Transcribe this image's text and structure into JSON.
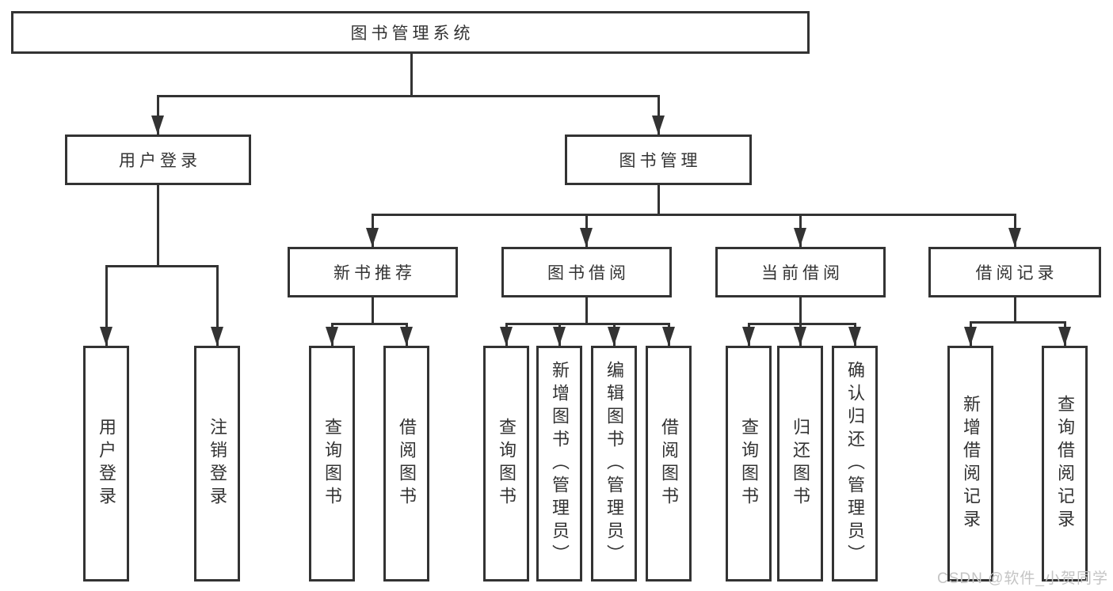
{
  "colors": {
    "line": "#333333",
    "text": "#333333",
    "background": "#ffffff",
    "watermark": "#c4c4c4"
  },
  "root": {
    "label": "图书管理系统"
  },
  "tree": {
    "user_login": {
      "label": "用户登录",
      "children": {
        "login": {
          "label": "用户登录"
        },
        "logout": {
          "label": "注销登录"
        }
      }
    },
    "book_management": {
      "label": "图书管理",
      "children": {
        "new_book_recommendation": {
          "label": "新书推荐",
          "children": {
            "query_books": {
              "label": "查询图书"
            },
            "borrow_books": {
              "label": "借阅图书"
            }
          }
        },
        "book_borrowing": {
          "label": "图书借阅",
          "children": {
            "query_books": {
              "label": "查询图书"
            },
            "add_book_admin": {
              "label": "新增图书（管理员）"
            },
            "edit_book_admin": {
              "label": "编辑图书（管理员）"
            },
            "borrow_books": {
              "label": "借阅图书"
            }
          }
        },
        "current_borrowing": {
          "label": "当前借阅",
          "children": {
            "query_books": {
              "label": "查询图书"
            },
            "return_book": {
              "label": "归还图书"
            },
            "confirm_return_admin": {
              "label": "确认归还（管理员）"
            }
          }
        },
        "borrowing_records": {
          "label": "借阅记录",
          "children": {
            "add_borrow_record": {
              "label": "新增借阅记录"
            },
            "query_borrow_record": {
              "label": "查询借阅记录"
            }
          }
        }
      }
    }
  },
  "watermark": "CSDN @软件_小贺同学"
}
